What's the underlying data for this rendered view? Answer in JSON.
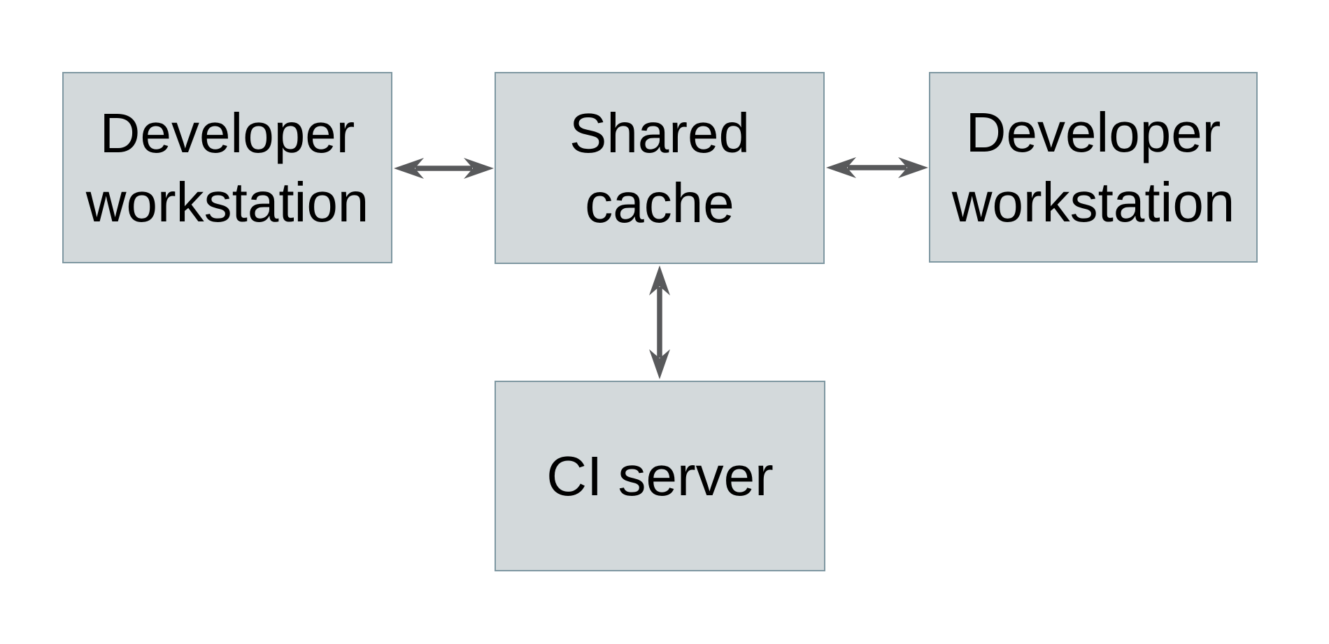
{
  "colors": {
    "background": "#ffffff",
    "box_fill": "#d3d9db",
    "box_border": "#7e97a1",
    "arrow": "#58595b",
    "text": "#000000"
  },
  "diagram": {
    "nodes": [
      {
        "id": "developer-workstation-left",
        "label": "Developer workstation"
      },
      {
        "id": "shared-cache",
        "label": "Shared cache"
      },
      {
        "id": "developer-workstation-right",
        "label": "Developer workstation"
      },
      {
        "id": "ci-server",
        "label": "CI server"
      }
    ],
    "edges": [
      {
        "from": "developer-workstation-left",
        "to": "shared-cache",
        "direction": "bidirectional"
      },
      {
        "from": "shared-cache",
        "to": "developer-workstation-right",
        "direction": "bidirectional"
      },
      {
        "from": "shared-cache",
        "to": "ci-server",
        "direction": "bidirectional"
      }
    ]
  }
}
